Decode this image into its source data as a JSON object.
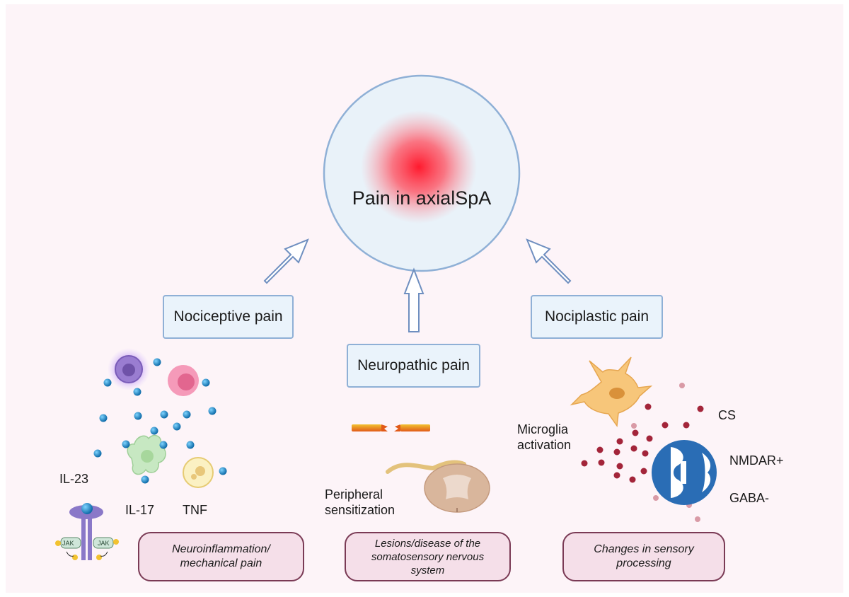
{
  "center": {
    "title": "Pain in axialSpA"
  },
  "pain_types": {
    "nociceptive": "Nociceptive pain",
    "neuropathic": "Neuropathic pain",
    "nociplastic": "Nociplastic pain"
  },
  "mechanisms": {
    "nociceptive": "Neuroinflammation/\nmechanical pain",
    "neuropathic": "Lesions/disease of the\nsomatosensory nervous\nsystem",
    "nociplastic": "Changes in sensory\nprocessing"
  },
  "labels": {
    "il23": "IL-23",
    "il17": "IL-17",
    "tnf": "TNF",
    "jak": "JAK",
    "peripheral": "Peripheral\nsensitization",
    "microglia": "Microglia\nactivation",
    "cs": "CS",
    "nmdar": "NMDAR+",
    "gaba": "GABA-"
  },
  "colors": {
    "box_border": "#8fb0d6",
    "box_fill": "#eaf3fb",
    "mech_fill": "#f5dfe9",
    "mech_border": "#7a3a55",
    "pain_glow": "#ff2a3a",
    "cytokine": "#1e88c8",
    "dots_red": "#a3253a",
    "synapse": "#2a6db5"
  }
}
